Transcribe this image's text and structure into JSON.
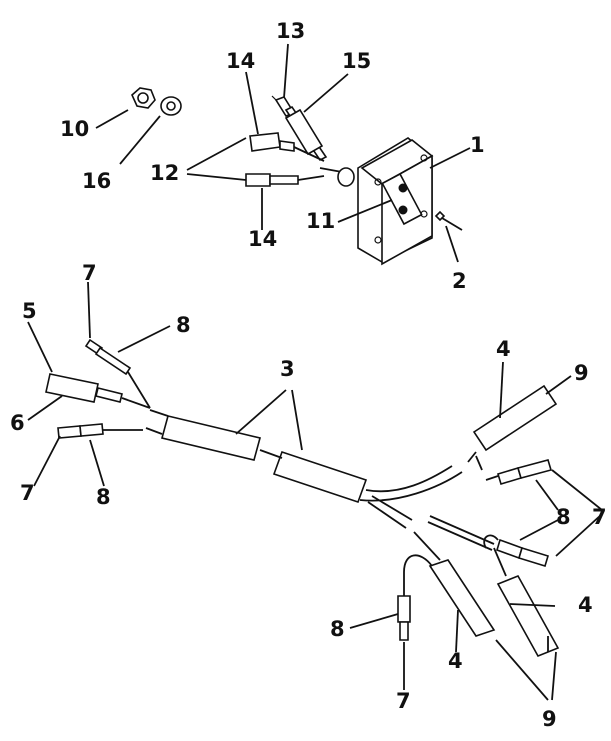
{
  "diagram": {
    "callouts": {
      "c1": "1",
      "c2": "2",
      "c3": "3",
      "c4a": "4",
      "c4b": "4",
      "c4c": "4",
      "c5": "5",
      "c6": "6",
      "c7a": "7",
      "c7b": "7",
      "c7c": "7",
      "c7d": "7",
      "c8a": "8",
      "c8b": "8",
      "c8c": "8",
      "c8d": "8",
      "c9a": "9",
      "c9b": "9",
      "c10": "10",
      "c11": "11",
      "c12": "12",
      "c13": "13",
      "c14a": "14",
      "c14b": "14",
      "c15": "15",
      "c16": "16"
    },
    "colors": {
      "ink": "#111111",
      "paper": "#ffffff"
    }
  }
}
